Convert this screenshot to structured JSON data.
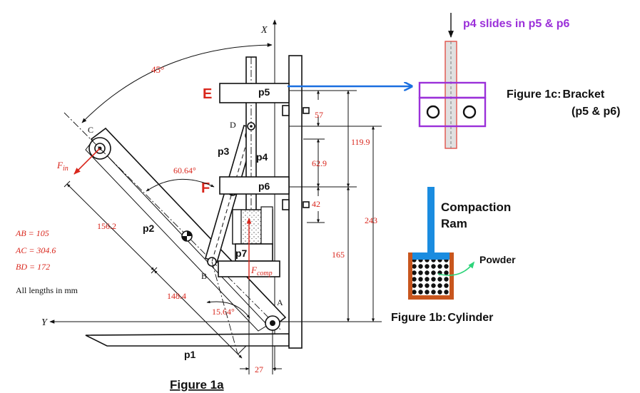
{
  "figure1a": {
    "caption": "Figure 1a",
    "axis_x": "X",
    "axis_y": "Y",
    "angle_top": "45°",
    "angle_mid": "60.64°",
    "angle_low": "15.64°",
    "point_a": "A",
    "point_b": "B",
    "point_c": "C",
    "point_d": "D",
    "label_e": "E",
    "label_f": "F",
    "force_in": "F",
    "force_in_sub": "in",
    "force_comp": "F",
    "force_comp_sub": "comp",
    "part_p1": "p1",
    "part_p2": "p2",
    "part_p3": "p3",
    "part_p4": "p4",
    "part_p5": "p5",
    "part_p6": "p6",
    "part_p7": "p7",
    "dim_156": "156.2",
    "dim_148": "148.4",
    "dim_27": "27",
    "dim_57": "57",
    "dim_42": "42",
    "dim_119": "119.9",
    "dim_62": "62.9",
    "dim_243": "243",
    "dim_165": "165",
    "len_ab": "AB = 105",
    "len_ac": "AC = 304.6",
    "len_bd": "BD = 172",
    "units_note": "All lengths in mm"
  },
  "figure1b": {
    "caption_prefix": "Figure 1b:",
    "caption_text": "Cylinder",
    "ram_label_1": "Compaction",
    "ram_label_2": "Ram",
    "powder_label": "Powder"
  },
  "figure1c": {
    "caption_prefix": "Figure 1c:",
    "caption_text_1": "Bracket",
    "caption_text_2": "(p5 & p6)",
    "slides_note": "p4 slides in p5 & p6"
  },
  "colors": {
    "dimension_red": "#d9261c",
    "arrow_blue": "#1a6fe0",
    "ram_blue": "#1a8ce0",
    "bracket_purple": "#9b30d9",
    "rod_fill": "#e0e0e0",
    "rod_edge": "#e0524a",
    "cylinder_wall": "#c8561e",
    "powder_arrow_green": "#2ed47a"
  }
}
